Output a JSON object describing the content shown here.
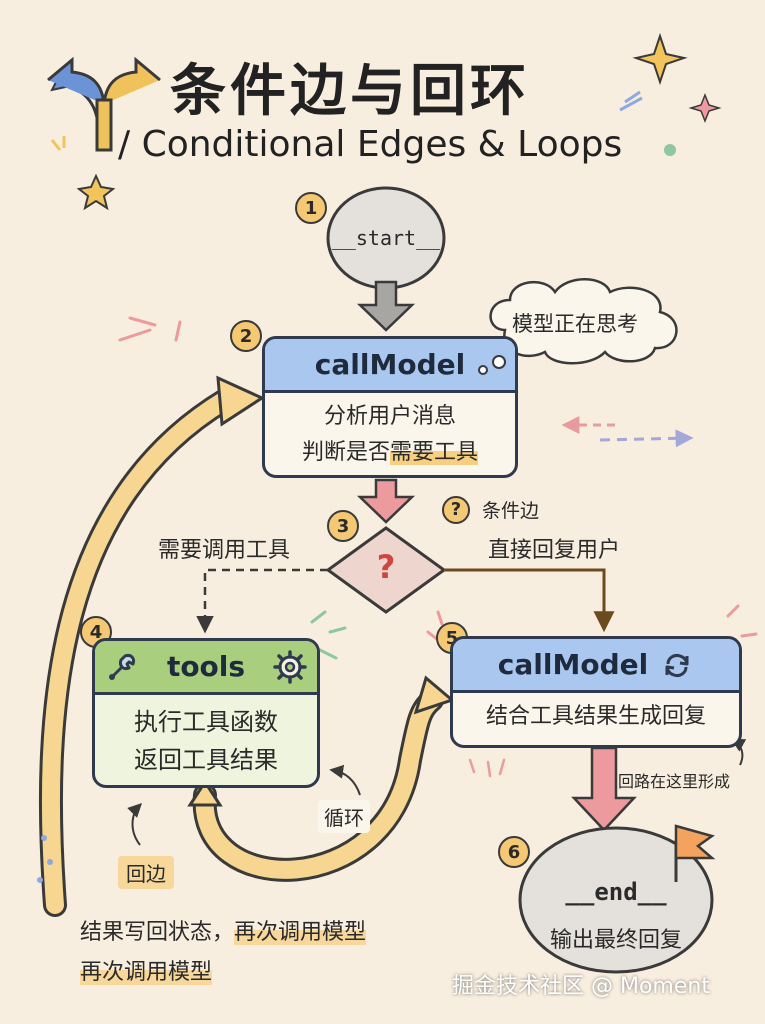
{
  "title": {
    "main": "条件边与回环",
    "sub": "/ Conditional Edges & Loops"
  },
  "steps": [
    "1",
    "2",
    "3",
    "4",
    "5",
    "6"
  ],
  "nodes": {
    "start": {
      "label": "__start__"
    },
    "call_model_1": {
      "title": "callModel",
      "line1": "分析用户消息",
      "line2_prefix": "判断是否",
      "line2_highlight": "需要工具"
    },
    "condition": {
      "symbol": "?"
    },
    "tools": {
      "title": "tools",
      "line1": "执行工具函数",
      "line2": "返回工具结果"
    },
    "call_model_2": {
      "title": "callModel",
      "line1": "结合工具结果生成回复"
    },
    "end": {
      "label": "__end__",
      "sublabel": "输出最终回复"
    }
  },
  "labels": {
    "thinking_cloud": "模型正在思考",
    "condition_edge": "条件边",
    "need_tool": "需要调用工具",
    "reply_directly": "直接回复用户",
    "loop": "循环",
    "back_edge": "回边",
    "loop_formed": "回路在这里形成",
    "result_line1_prefix": "结果写回状态，",
    "result_line1_highlight": "再次调用模型",
    "result_line2": "再次调用模型"
  },
  "watermark": "掘金技术社区 @ Moment",
  "colors": {
    "background": "#f8eedf",
    "blue_header": "#a9c7ef",
    "green_header": "#a9cf7e",
    "green_body": "#eef4dd",
    "arrow_pink": "#ec9a9e",
    "arrow_yellow": "#f6d690",
    "badge": "#f5c873"
  }
}
